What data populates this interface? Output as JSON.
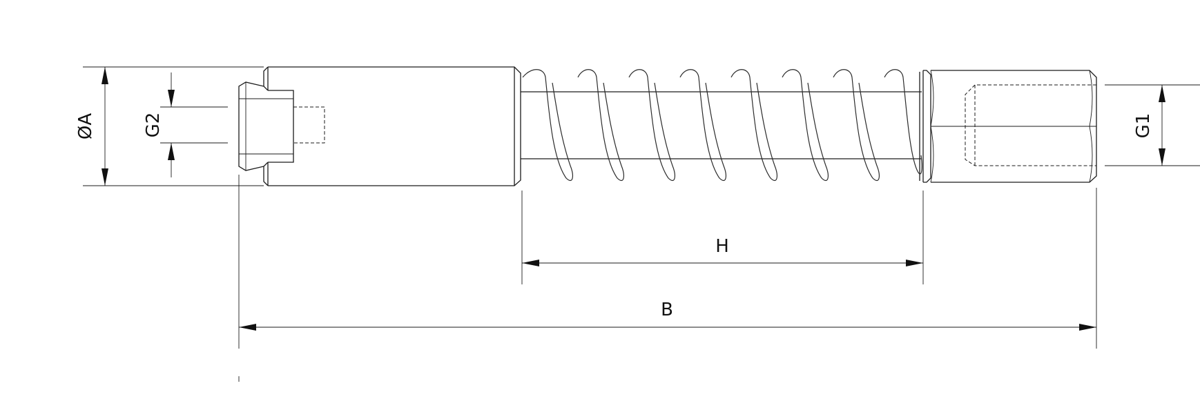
{
  "labels": {
    "diameter_a": "ØA",
    "g2": "G2",
    "g1": "G1",
    "h": "H",
    "b": "B"
  }
}
